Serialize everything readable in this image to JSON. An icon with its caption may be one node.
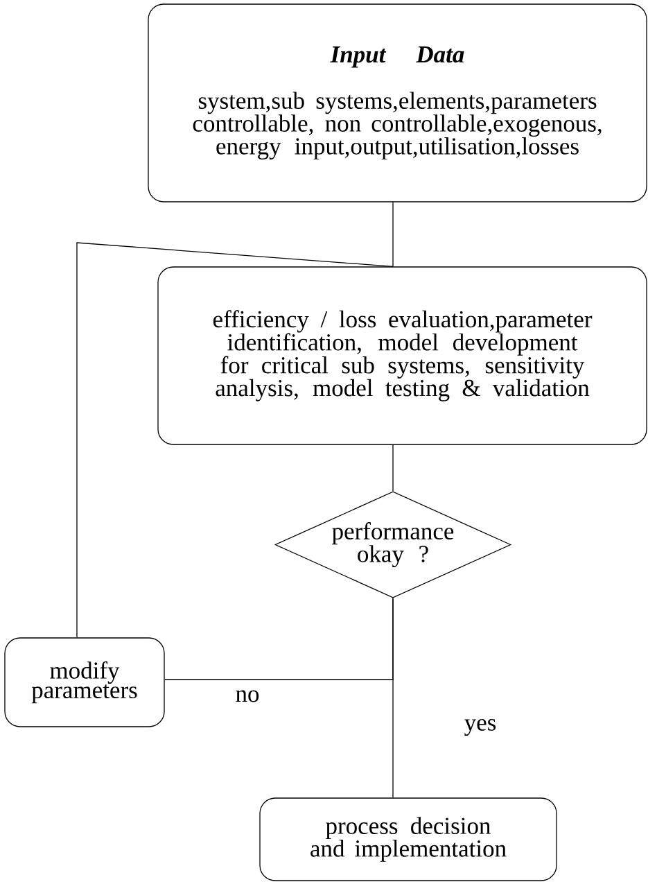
{
  "diagram": {
    "nodes": [
      {
        "text": [
          "Input Data",
          "system,sub systems,elements,parameters controllable, non controllable,exogenous, energy input,output,utilisation,losses"
        ]
      },
      {
        "text": [
          "efficiency / loss evaluation,parameter identification, model development for critical sub systems, sensitivity analysis, model testing & validation"
        ]
      },
      {
        "text": [
          "performance okay ?"
        ]
      },
      {
        "text": [
          "modify parameters"
        ]
      },
      {
        "text": [
          "process decision and implementation"
        ]
      }
    ],
    "edges": [
      {
        "from": 0,
        "to": 1,
        "arrow": "none"
      },
      {
        "from": 1,
        "to": 2,
        "arrow": "none"
      },
      {
        "from": 2,
        "to": 3,
        "arrow": "none",
        "label": "no"
      },
      {
        "from": 2,
        "to": 4,
        "arrow": "none",
        "label": "yes"
      },
      {
        "from": 3,
        "to": 1,
        "arrow": "none"
      }
    ]
  }
}
